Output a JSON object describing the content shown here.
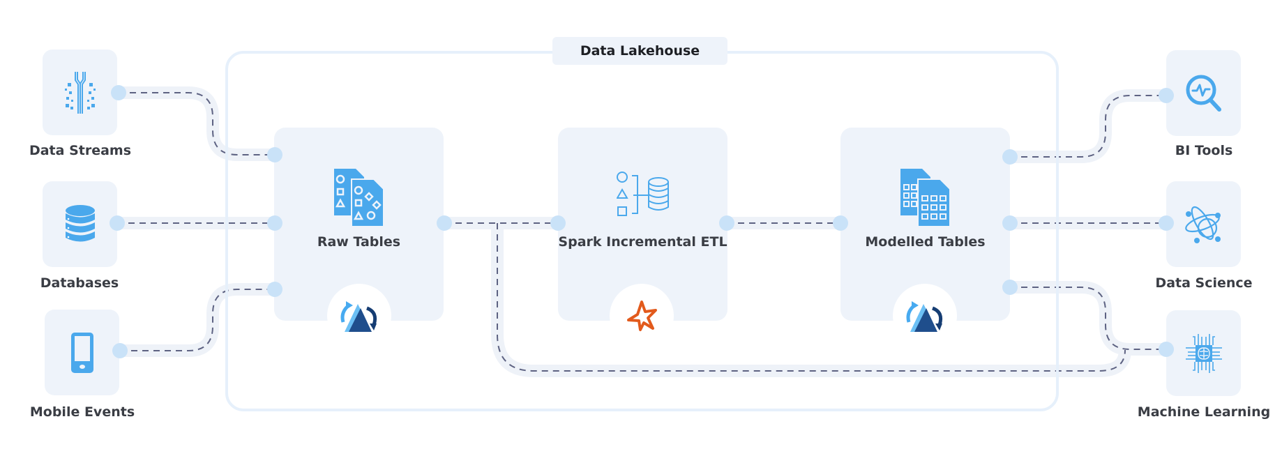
{
  "diagram": {
    "container": {
      "title": "Data Lakehouse"
    },
    "sources": [
      {
        "id": "data-streams",
        "label": "Data Streams",
        "icon": "data-stream-icon"
      },
      {
        "id": "databases",
        "label": "Databases",
        "icon": "database-icon"
      },
      {
        "id": "mobile-events",
        "label": "Mobile Events",
        "icon": "mobile-phone-icon"
      }
    ],
    "stages": [
      {
        "id": "raw-tables",
        "label": "Raw Tables",
        "icon": "raw-documents-icon",
        "badge": "delta-lake-icon"
      },
      {
        "id": "spark-etl",
        "label": "Spark Incremental ETL",
        "icon": "etl-shapes-to-database-icon",
        "badge": "spark-star-icon"
      },
      {
        "id": "modelled-tables",
        "label": "Modelled Tables",
        "icon": "modelled-documents-icon",
        "badge": "delta-lake-icon"
      }
    ],
    "destinations": [
      {
        "id": "bi-tools",
        "label": "BI Tools",
        "icon": "magnifier-pulse-icon"
      },
      {
        "id": "data-science",
        "label": "Data Science",
        "icon": "atom-icon"
      },
      {
        "id": "machine-learning",
        "label": "Machine Learning",
        "icon": "chip-brain-icon"
      }
    ],
    "edges": [
      {
        "from": "data-streams",
        "to": "raw-tables"
      },
      {
        "from": "databases",
        "to": "raw-tables"
      },
      {
        "from": "mobile-events",
        "to": "raw-tables"
      },
      {
        "from": "raw-tables",
        "to": "spark-etl"
      },
      {
        "from": "raw-tables",
        "to": "machine-learning"
      },
      {
        "from": "spark-etl",
        "to": "modelled-tables"
      },
      {
        "from": "modelled-tables",
        "to": "bi-tools"
      },
      {
        "from": "modelled-tables",
        "to": "data-science"
      },
      {
        "from": "modelled-tables",
        "to": "machine-learning"
      }
    ],
    "colors": {
      "icon_blue": "#4aa8ec",
      "node_bg": "#eef3fa",
      "connector_dot": "#c9e2f8",
      "dash": "#5d6282",
      "track": "#eef2f8",
      "frame": "#e6f0fb",
      "spark_orange": "#e25a1c",
      "delta_dark": "#1f4e8c"
    }
  }
}
